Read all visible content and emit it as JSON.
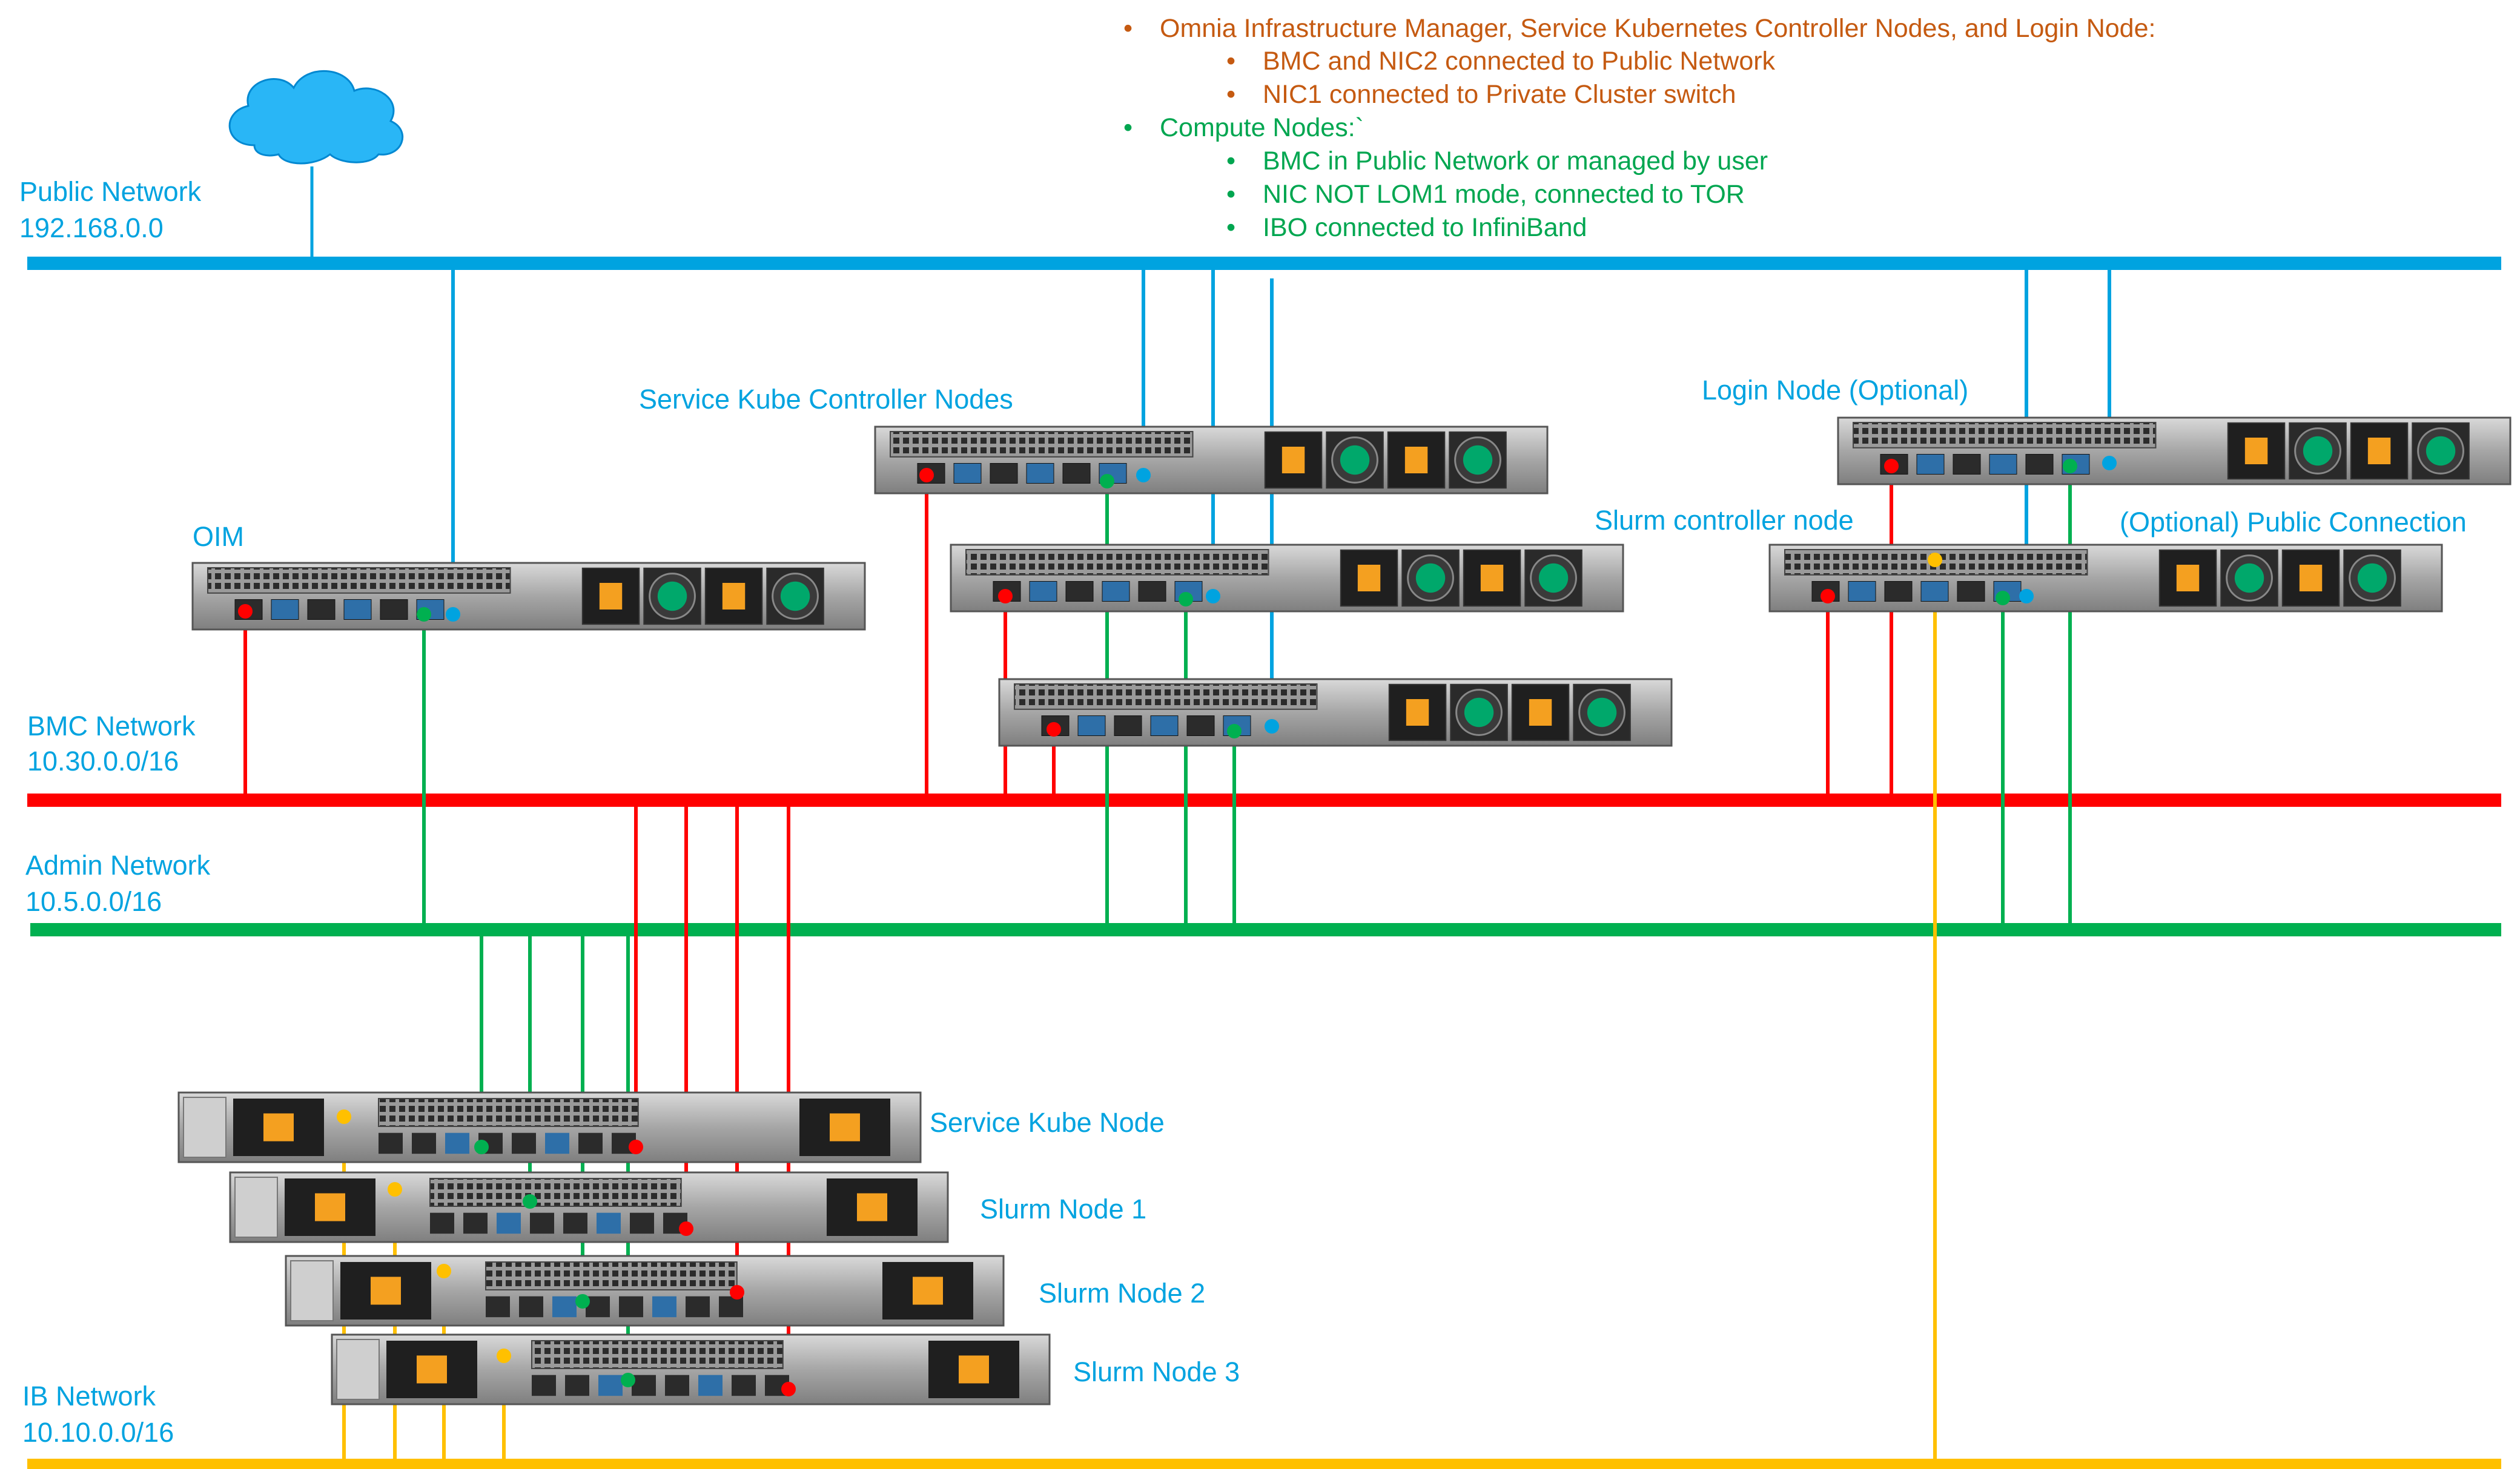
{
  "notes": {
    "item1": "Omnia Infrastructure Manager, Service Kubernetes Controller Nodes, and Login Node:",
    "item1_sub1": "BMC and NIC2 connected to Public Network",
    "item1_sub2": "NIC1 connected to Private Cluster switch",
    "item2": "Compute Nodes:`",
    "item2_sub1": "BMC in Public Network or managed by user",
    "item2_sub2": "NIC NOT LOM1 mode, connected to TOR",
    "item2_sub3": "IBO connected to InfiniBand",
    "bullet": "•"
  },
  "networks": {
    "public": {
      "name": "Public Network",
      "subnet": "192.168.0.0",
      "color": "#00a3e0"
    },
    "bmc": {
      "name": "BMC Network",
      "subnet": "10.30.0.0/16",
      "color": "#ff0000"
    },
    "admin": {
      "name": "Admin Network",
      "subnet": "10.5.0.0/16",
      "color": "#00b050"
    },
    "ib": {
      "name": "IB Network",
      "subnet": "10.10.0.0/16",
      "color": "#ffc000"
    }
  },
  "nodes": {
    "oim": "OIM",
    "service_kube_controller": "Service Kube Controller Nodes",
    "login": "Login Node (Optional)",
    "slurm_controller": "Slurm controller node",
    "optional_public": "(Optional) Public Connection",
    "service_kube_node": "Service Kube Node",
    "slurm1": "Slurm Node 1",
    "slurm2": "Slurm Node 2",
    "slurm3": "Slurm Node 3"
  },
  "icons": {
    "cloud": "cloud-icon",
    "server": "rack-server-icon"
  }
}
